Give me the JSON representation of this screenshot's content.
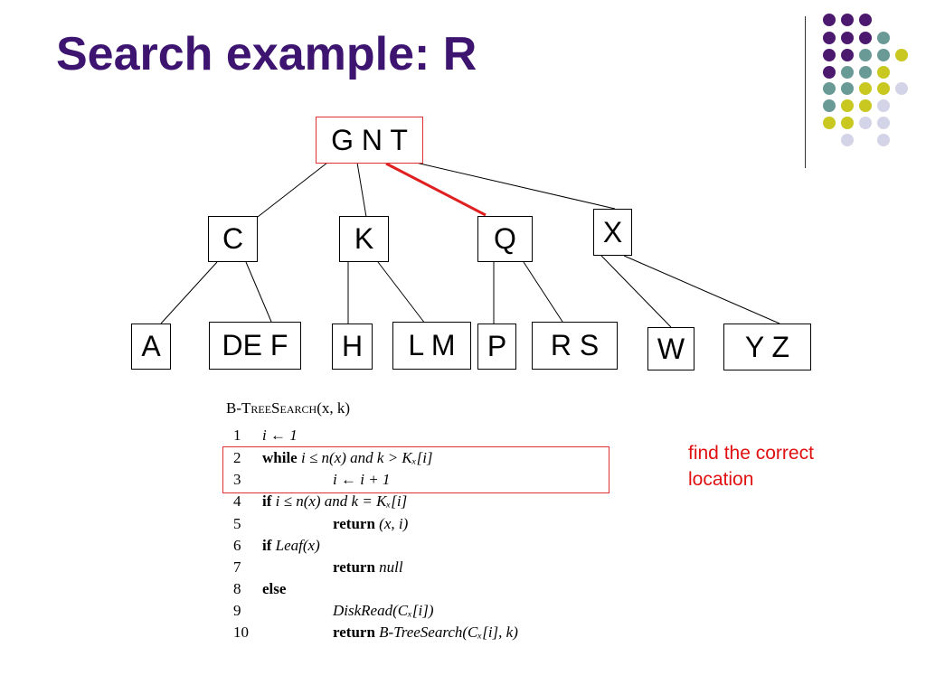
{
  "slide": {
    "title": "Search example: R",
    "accent_color": "#3d1470",
    "highlight_color": "#e03030"
  },
  "tree": {
    "root": "G N T",
    "level1": [
      "C",
      "K",
      "Q",
      "X"
    ],
    "level2": [
      "A",
      "DE F",
      "H",
      "L M",
      "P",
      "R S",
      "W",
      "Y Z"
    ],
    "search_path_highlight": "G N T → Q"
  },
  "algorithm": {
    "name_prefix": "B-",
    "name_sc": "TreeSearch",
    "name_args": "(x, k)",
    "lines": [
      {
        "num": "1",
        "indent": 0,
        "bold": "",
        "text": "i ← 1"
      },
      {
        "num": "2",
        "indent": 0,
        "bold": "while",
        "text": " i ≤ n(x) and k > Kₓ[i]"
      },
      {
        "num": "3",
        "indent": 1,
        "bold": "",
        "text": "i ← i + 1"
      },
      {
        "num": "4",
        "indent": 0,
        "bold": "if",
        "text": " i ≤ n(x) and k = Kₓ[i]"
      },
      {
        "num": "5",
        "indent": 1,
        "bold": "return",
        "text": " (x, i)"
      },
      {
        "num": "6",
        "indent": 0,
        "bold": "if",
        "text": " Leaf(x)"
      },
      {
        "num": "7",
        "indent": 1,
        "bold": "return",
        "text": " null"
      },
      {
        "num": "8",
        "indent": 0,
        "bold": "else",
        "text": ""
      },
      {
        "num": "9",
        "indent": 1,
        "bold": "",
        "text": "DiskRead(Cₓ[i])"
      },
      {
        "num": "10",
        "indent": 1,
        "bold": "return",
        "text": " B-TreeSearch(Cₓ[i], k)"
      }
    ]
  },
  "annotation": {
    "line1": "find the correct",
    "line2": "location"
  }
}
